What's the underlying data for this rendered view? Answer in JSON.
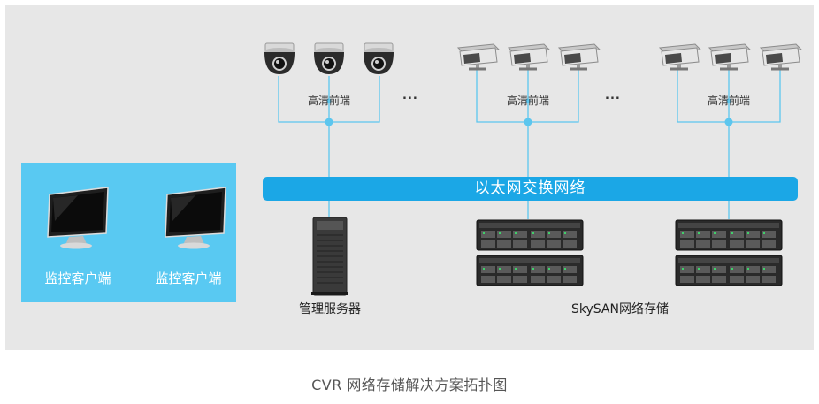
{
  "diagram": {
    "bus_label": "以太网交换网络",
    "camera_groups": [
      {
        "label": "高清前端",
        "camera_type": "dome-camera-icon"
      },
      {
        "label": "高清前端",
        "camera_type": "bullet-camera-icon"
      },
      {
        "label": "高清前端",
        "camera_type": "bullet-camera-icon"
      }
    ],
    "ellipsis": [
      "...",
      "..."
    ],
    "clients": [
      {
        "label": "监控客户端"
      },
      {
        "label": "监控客户端"
      }
    ],
    "server_label": "管理服务器",
    "storage_label": "SkySAN网络存储",
    "colors": {
      "background": "#e7e7e7",
      "client_panel": "#59c9f2",
      "bus": "#1ba7e6",
      "wire": "#5cc6ee"
    }
  },
  "caption": "CVR 网络存储解决方案拓扑图"
}
